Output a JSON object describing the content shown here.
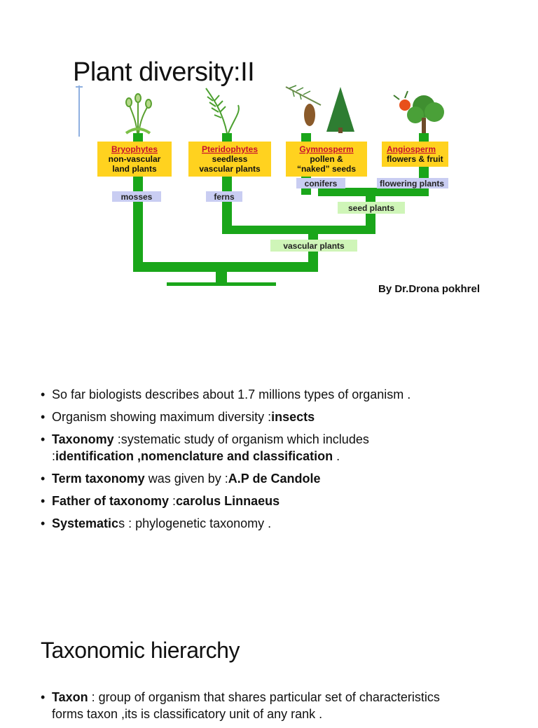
{
  "title": "Plant diversity:II",
  "byline": "By Dr.Drona pokhrel",
  "tree": {
    "groups": [
      {
        "name": "Bryophytes",
        "line1": "non-vascular",
        "line2": "land plants",
        "example": "mosses"
      },
      {
        "name": "Pteridophytes",
        "line1": "seedless",
        "line2": "vascular plants",
        "example": "ferns"
      },
      {
        "name": "Gymnosperm",
        "line1": "pollen  &",
        "line2": "“naked” seeds",
        "example": "conifers"
      },
      {
        "name": "Angiosperm",
        "line1": "flowers & fruit",
        "line2": "",
        "example": "flowering plants"
      }
    ],
    "clades": {
      "seed": "seed plants",
      "vascular": "vascular plants"
    },
    "colors": {
      "branch": "#1aa61a",
      "box": "#ffd21f",
      "group_name": "#c8102e",
      "example_bg": "#c9cdf2",
      "clade_bg": "#cff5b8"
    }
  },
  "bullets": [
    {
      "text": "So far biologists describes about 1.7 millions types of organism ."
    },
    {
      "pre": "Organism showing maximum diversity :",
      "bold": "insects"
    },
    {
      "bold": "Taxonomy",
      "rest": " :systematic study of organism which includes",
      "line2_pre": ":",
      "line2_bold": "identification ,nomenclature and classification",
      "line2_end": " ."
    },
    {
      "bold": "Term taxonomy",
      "rest": " was given by :",
      "bold2": "A.P de Candole"
    },
    {
      "bold": "Father of taxonomy",
      "rest": " :",
      "bold2": "carolus Linnaeus"
    },
    {
      "bold": "Systematic",
      "rest": "s : phylogenetic taxonomy ."
    }
  ],
  "section2": {
    "heading": "Taxonomic hierarchy",
    "bullets": [
      {
        "bold": "Taxon",
        "rest": " : group of organism that shares particular set of characteristics",
        "line2": "forms taxon ,its is classificatory unit of any rank ."
      }
    ]
  }
}
